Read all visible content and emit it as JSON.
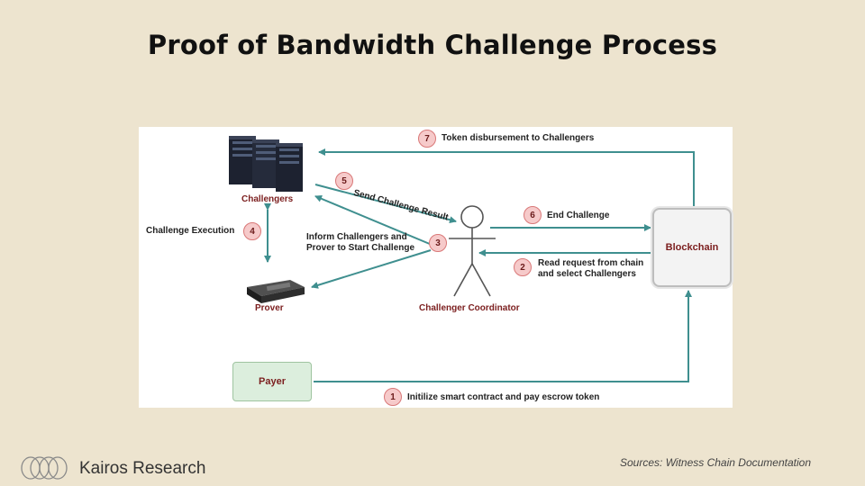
{
  "title": "Proof of Bandwidth Challenge Process",
  "nodes": {
    "challengers": "Challengers",
    "prover": "Prover",
    "coordinator": "Challenger Coordinator",
    "blockchain": "Blockchain",
    "payer": "Payer"
  },
  "steps": [
    {
      "number": "1",
      "label": "Initilize smart contract and pay escrow token"
    },
    {
      "number": "2",
      "label_line1": "Read request from chain",
      "label_line2": "and select Challengers"
    },
    {
      "number": "3",
      "label_line1": "Inform Challengers and",
      "label_line2": "Prover to Start Challenge"
    },
    {
      "number": "4",
      "label": "Challenge Execution"
    },
    {
      "number": "5",
      "label": "Send Challenge Result"
    },
    {
      "number": "6",
      "label": "End Challenge"
    },
    {
      "number": "7",
      "label": "Token disbursement to Challengers"
    }
  ],
  "footer": {
    "brand": "Kairos Research",
    "source": "Sources: Witness Chain Documentation"
  },
  "colors": {
    "background": "#ede4cf",
    "arrow": "#3f8f8f",
    "step_fill": "#f6caca",
    "node_label": "#7b1e1e"
  }
}
